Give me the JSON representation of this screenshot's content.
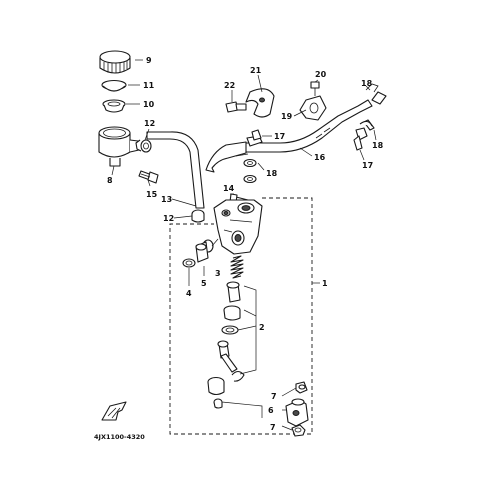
{
  "callouts": {
    "c1": "1",
    "c2": "2",
    "c3": "3",
    "c4": "4",
    "c5": "5",
    "c6": "6",
    "c7a": "7",
    "c7b": "7",
    "c8": "8",
    "c9": "9",
    "c10": "10",
    "c11": "11",
    "c12a": "12",
    "c12b": "12",
    "c13": "13",
    "c14": "14",
    "c15": "15",
    "c16": "16",
    "c17a": "17",
    "c17b": "17",
    "c18a": "18",
    "c18b": "18",
    "c18c": "18",
    "c19": "19",
    "c20": "20",
    "c21": "21",
    "c22": "22"
  },
  "diagram_code": "4JX1100-4320"
}
